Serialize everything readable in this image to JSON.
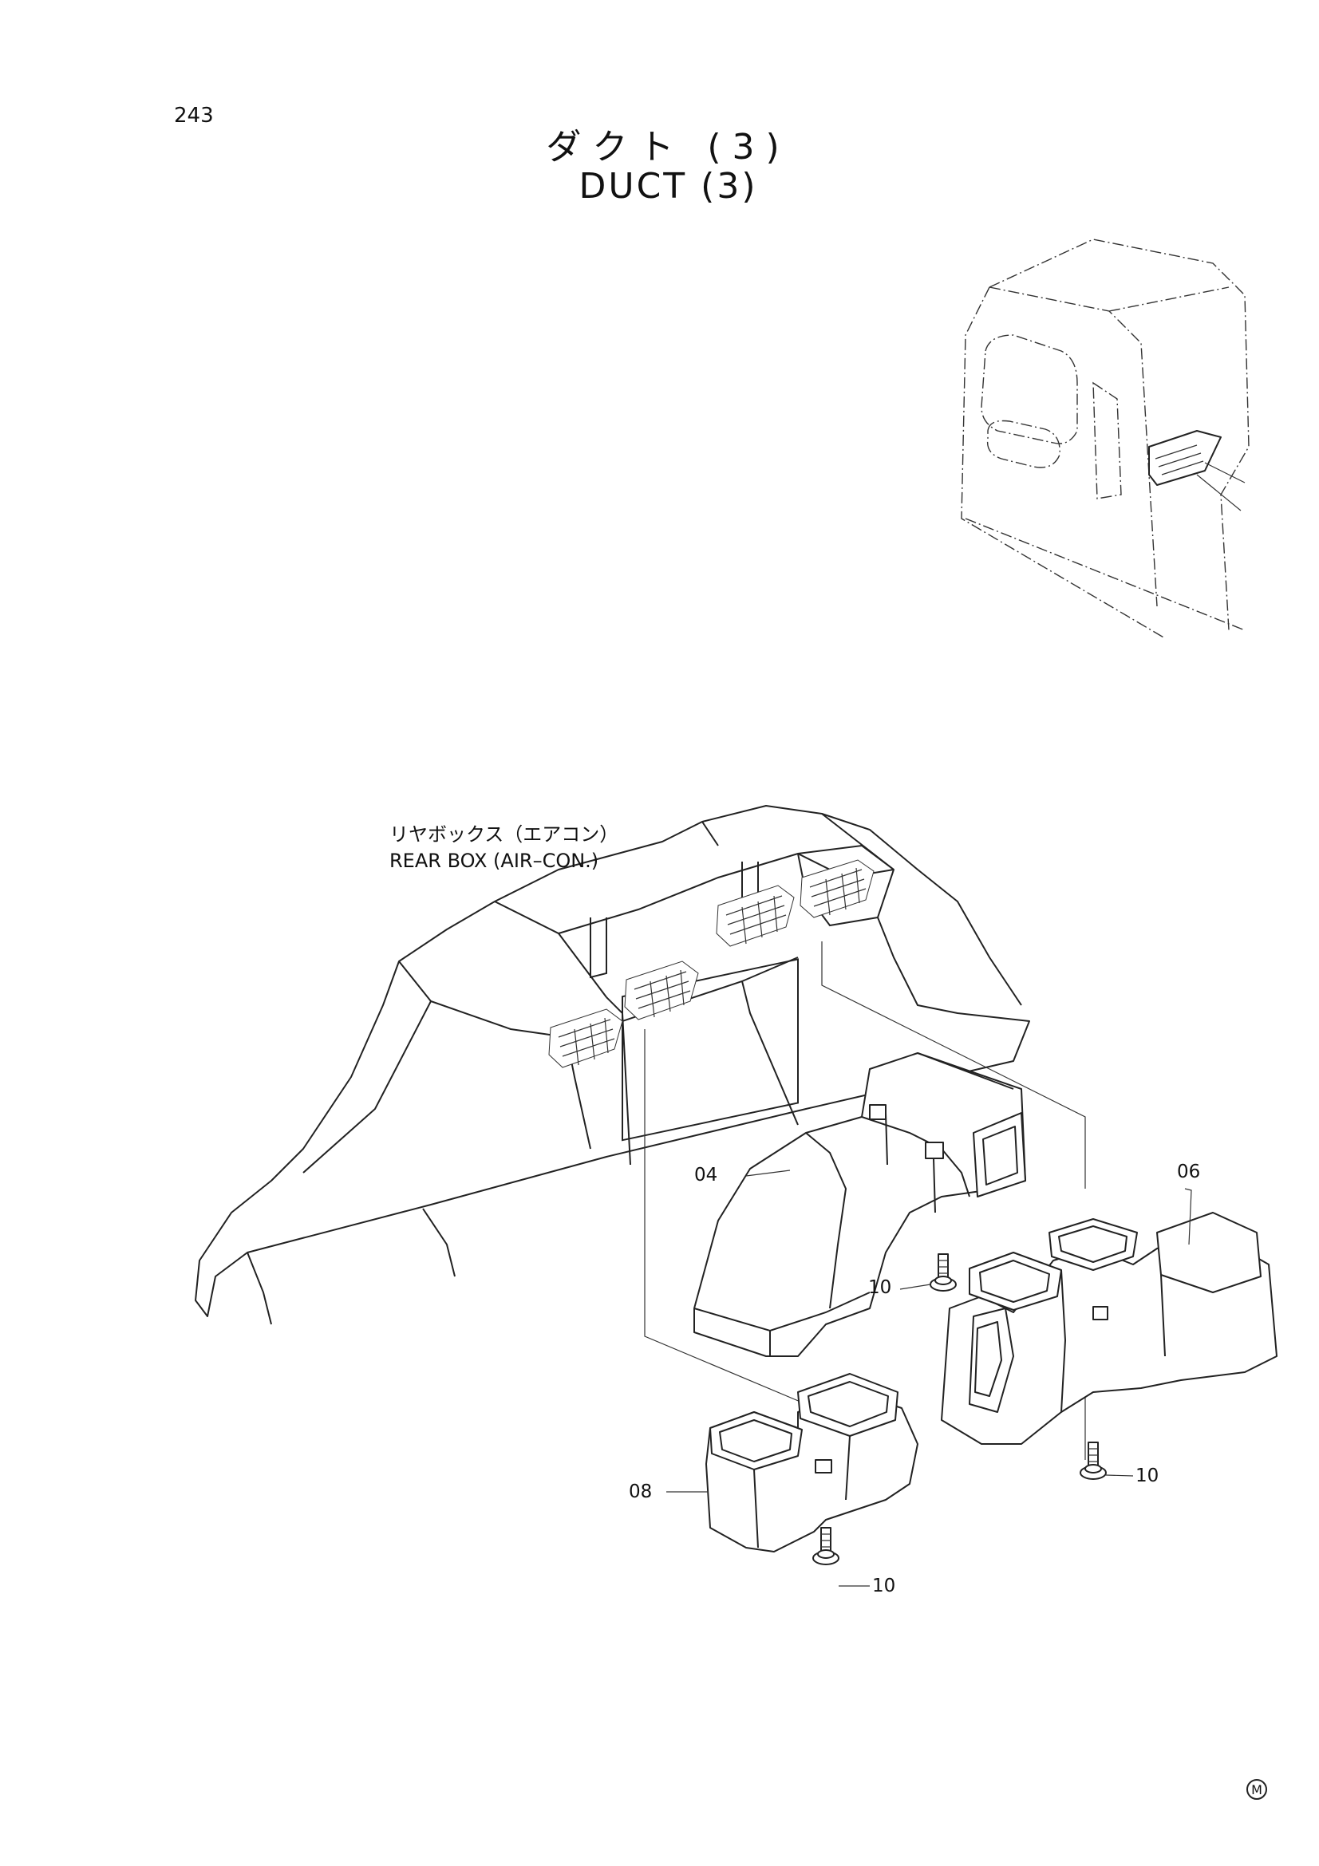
{
  "page": {
    "number": "243"
  },
  "title": {
    "japanese": "ダクト (3)",
    "english": "DUCT (3)"
  },
  "rear_box_label": {
    "japanese": "リヤボックス（エアコン）",
    "english": "REAR BOX (AIR–CON.)"
  },
  "callouts": [
    {
      "id": "04",
      "text": "04"
    },
    {
      "id": "06",
      "text": "06"
    },
    {
      "id": "08",
      "text": "08"
    },
    {
      "id": "10a",
      "text": "10"
    },
    {
      "id": "10b",
      "text": "10"
    },
    {
      "id": "10c",
      "text": "10"
    }
  ],
  "maker_mark": "M"
}
